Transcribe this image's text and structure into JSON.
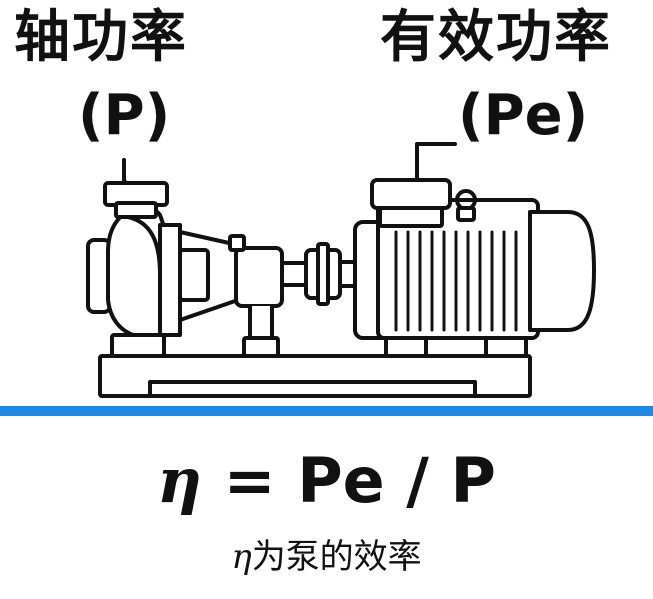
{
  "labels": {
    "shaft_power_title": "轴功率",
    "shaft_power_symbol": "(P)",
    "effective_power_title": "有效功率",
    "effective_power_symbol": "(Pe)"
  },
  "formula": {
    "eta": "η",
    "rest": " = Pe / P"
  },
  "caption": {
    "eta": "η",
    "text": "为泵的效率"
  },
  "colors": {
    "divider": "#1e88e5",
    "ink": "#111111"
  }
}
